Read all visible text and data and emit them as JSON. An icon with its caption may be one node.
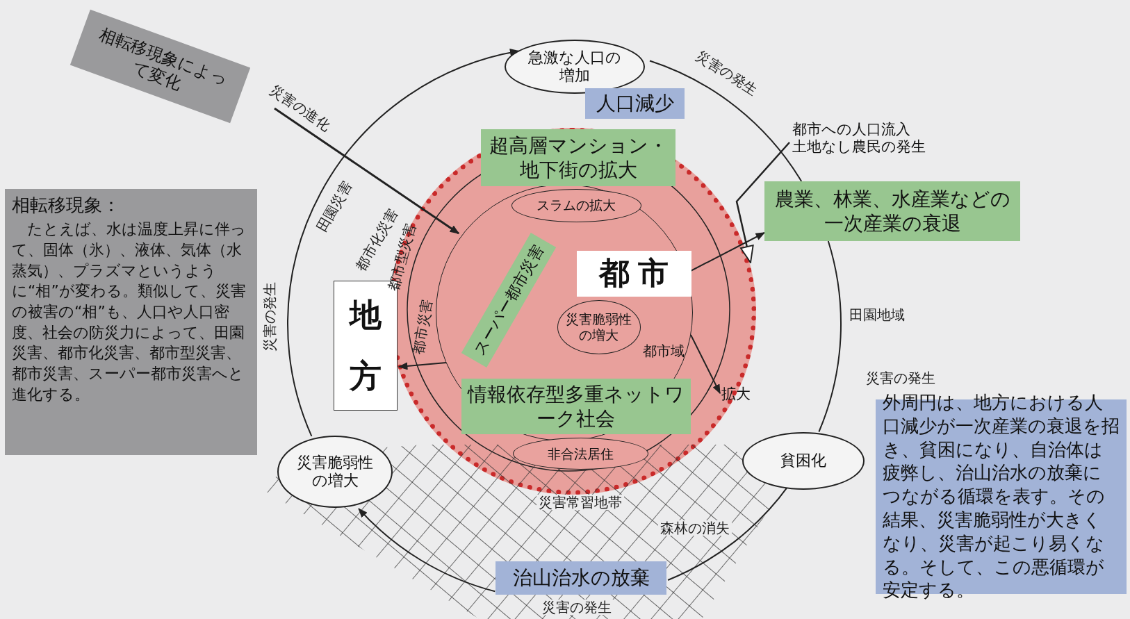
{
  "diagram": {
    "nodes": [
      {
        "text": [
          "相転移現象によって変化"
        ]
      },
      {
        "text": [
          "急激な人口の増加"
        ]
      },
      {
        "text": [
          "人口減少"
        ]
      },
      {
        "text": [
          "都市への人口流入",
          "土地なし農民の発生"
        ]
      },
      {
        "text": [],
        "shape": "circle"
      },
      {
        "text": [
          "超高層マンション・地下街の拡大"
        ],
        "in": 4
      },
      {
        "text": [
          "農業、林業、水産業などの一次産業の衰退"
        ]
      },
      {
        "text": [
          "都市域"
        ],
        "in": 4
      },
      {
        "text": [
          "スラムの拡大"
        ],
        "in": 7
      },
      {
        "text": [
          "スーパー都市災害"
        ],
        "in": 7
      },
      {
        "text": [
          "都市"
        ],
        "in": 7
      },
      {
        "text": [
          "災害脆弱性の増大"
        ],
        "in": 7
      },
      {
        "text": [
          "地方"
        ]
      },
      {
        "text": [
          "相転移現象：",
          "たとえば、水は温度上昇に伴って、固体（氷）、液体、気体（水蒸気）、プラズマというように“相”が変わる。類似して、災害の被害の“相”も、人口や人口密度、社会の防災力によって、田園災害、都市化災害、都市型災害、都市災害、スーパー都市災害へと進化する。"
        ]
      },
      {
        "text": [
          "情報依存型多重ネットワーク社会"
        ],
        "in": 7
      },
      {
        "text": [
          "拡大"
        ],
        "in": 4
      },
      {
        "text": [
          "非合法居住"
        ],
        "in": 4
      },
      {
        "text": [
          "貧困化"
        ]
      },
      {
        "text": [
          "災害脆弱性の増大"
        ]
      },
      {
        "text": [
          "外周円は、地方における人口減少が一次産業の衰退を招き、貧困になり、自治体は疲弊し、治山治水の放棄につながる循環を表す。その結果、災害脆弱性が大きくなり、災害が起こり易くなる。そして、この悪循環が安定する。"
        ]
      },
      {
        "text": [
          "治山治水の放棄"
        ]
      }
    ],
    "edges": [
      {
        "from": 1,
        "to": 6,
        "arrow": "none",
        "label": "災害の発生"
      },
      {
        "from": 6,
        "to": 17,
        "arrow": "none",
        "label": "災害の発生"
      },
      {
        "from": 17,
        "to": 20,
        "arrow": "none",
        "label": "森林の消失"
      },
      {
        "from": 20,
        "to": 18,
        "arrow": "to"
      },
      {
        "from": 18,
        "to": 1,
        "arrow": "to",
        "label": "災害の発生"
      },
      {
        "from": 3,
        "to": 4,
        "arrow": "to"
      },
      {
        "from": 10,
        "to": 6,
        "arrow": "to"
      },
      {
        "from": 7,
        "to": 12,
        "arrow": "to"
      },
      {
        "from": 7,
        "to": 15,
        "arrow": "to"
      }
    ],
    "labels": [
      "災害の進化",
      "田園災害",
      "都市化災害",
      "都市型災害",
      "都市災害",
      "田園地域",
      "災害常習地帯",
      "災害の発生"
    ]
  }
}
